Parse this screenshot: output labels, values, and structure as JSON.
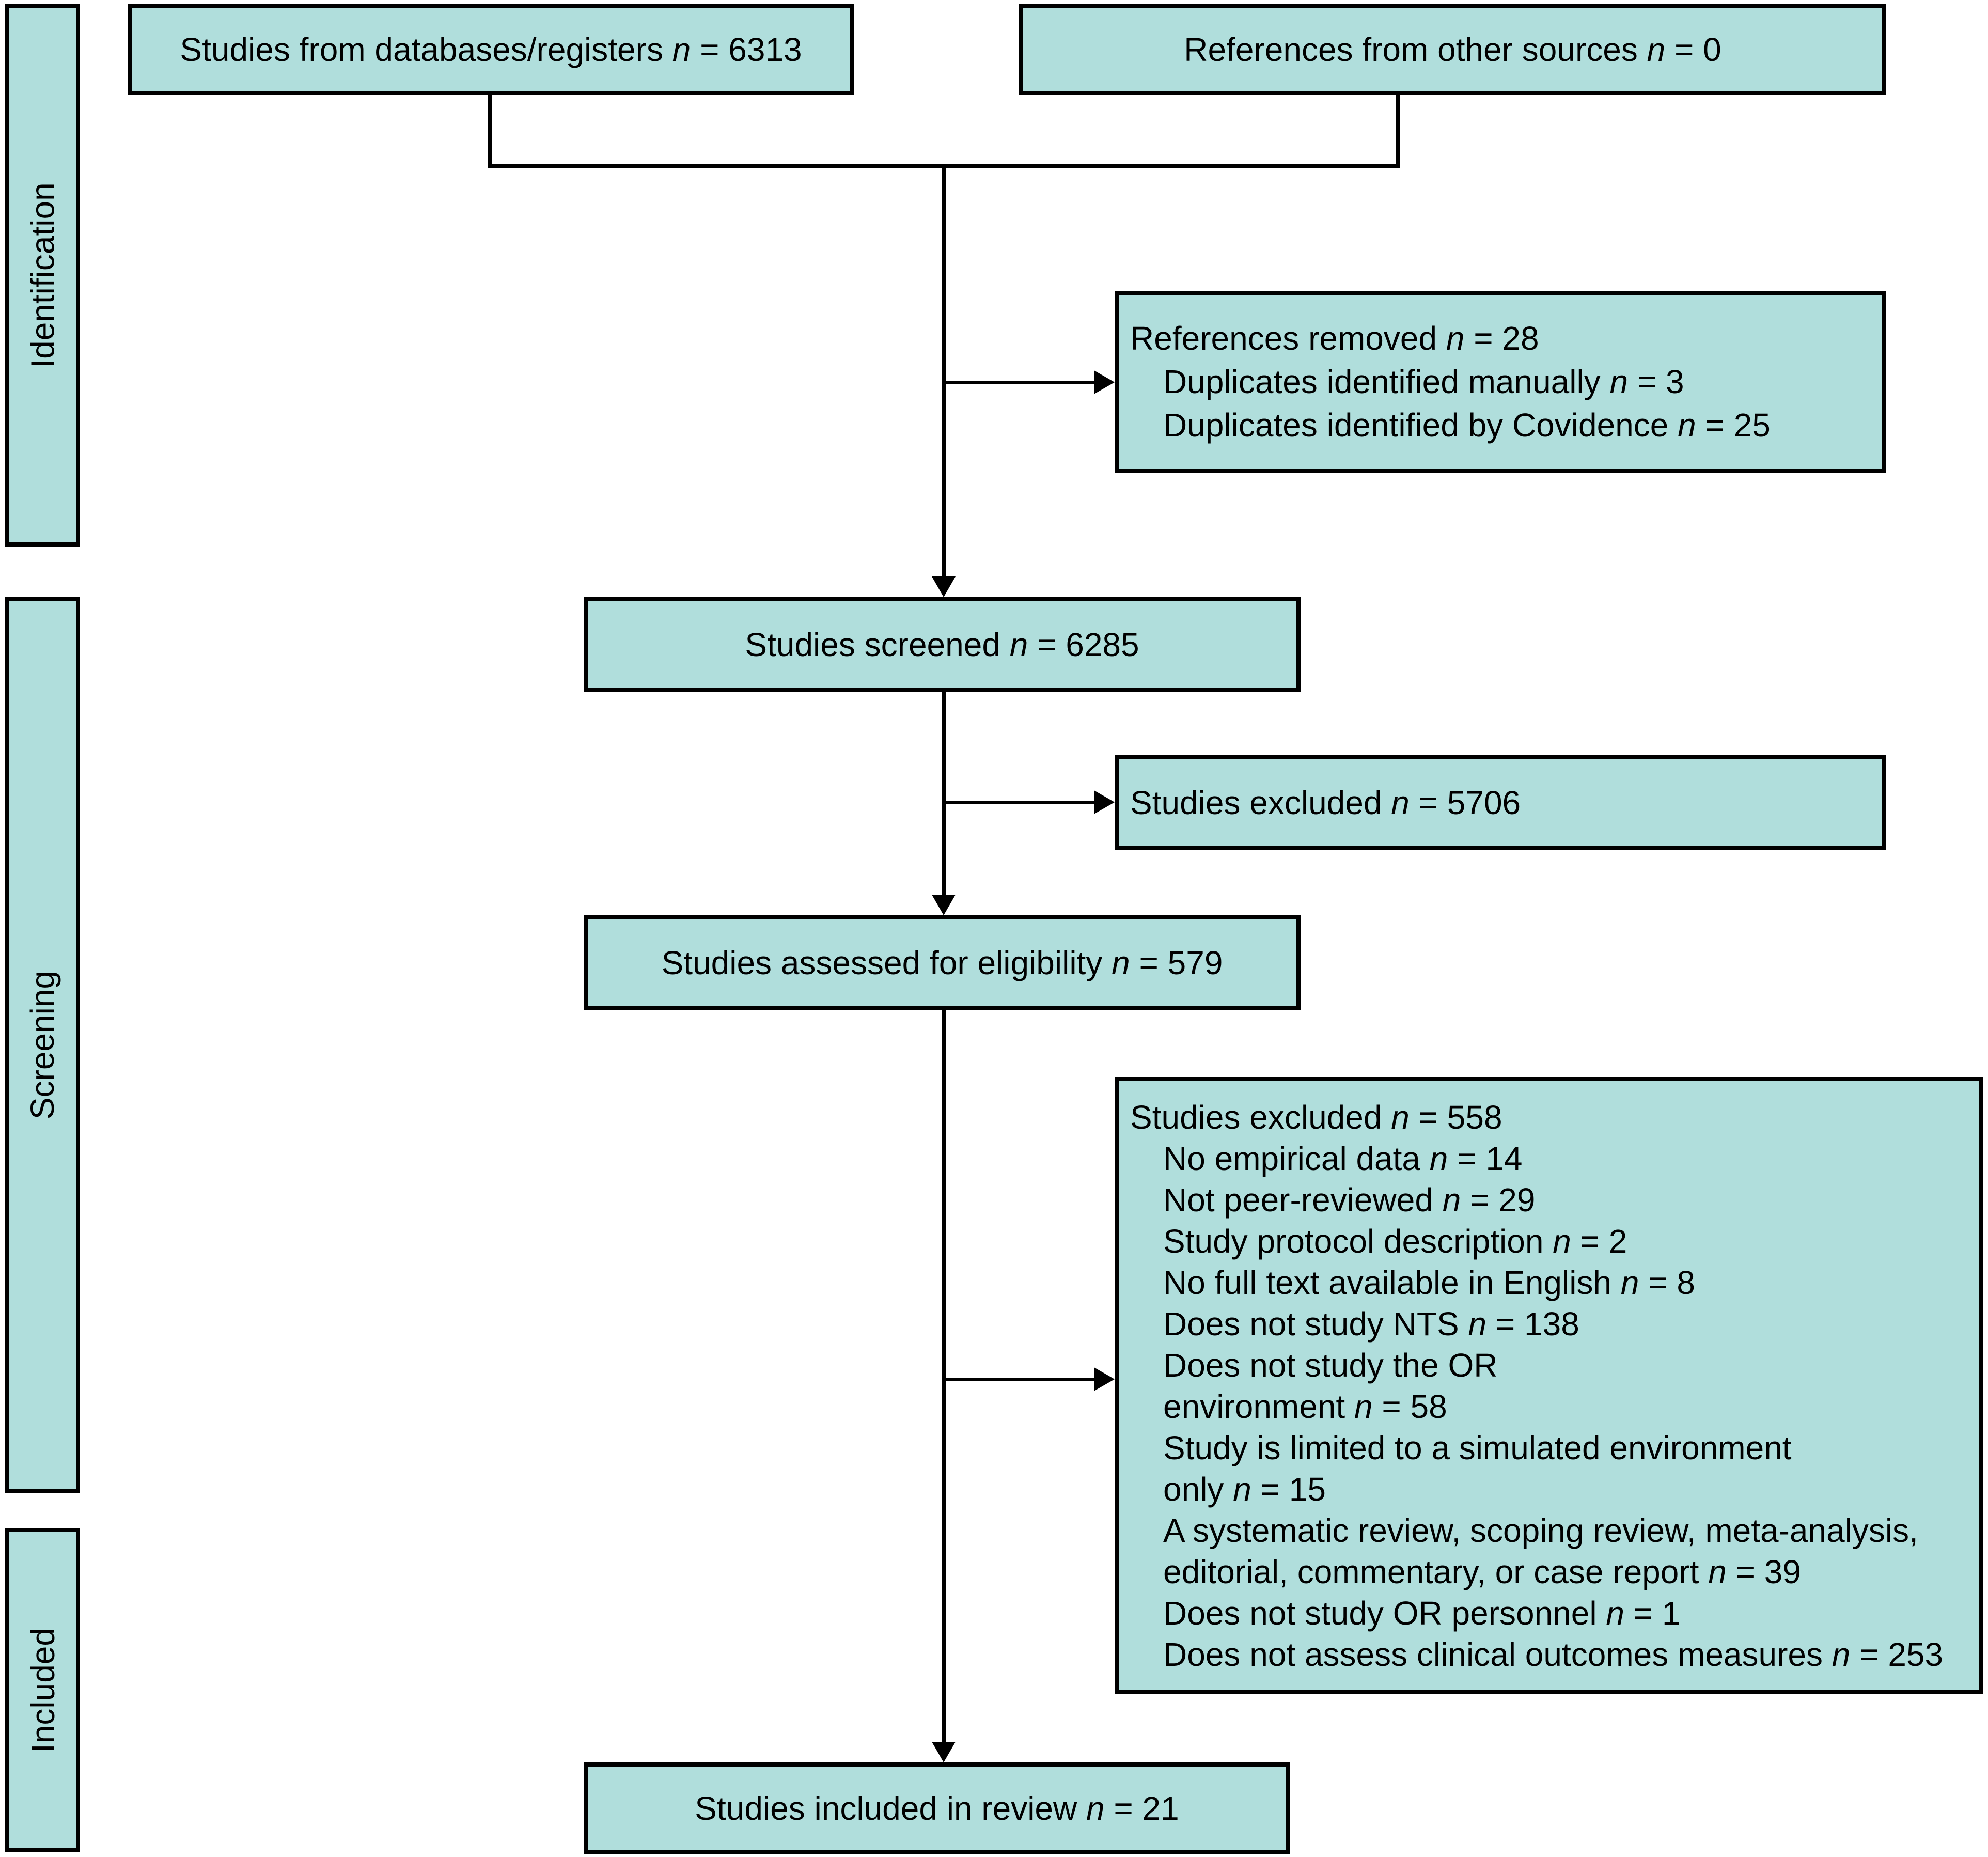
{
  "palette": {
    "box_fill": "#b0dedc",
    "line_color": "#000000",
    "background": "#ffffff",
    "text_color": "#000000"
  },
  "sidebar": {
    "bars": [
      {
        "id": "identification",
        "label": "Identification"
      },
      {
        "id": "screening",
        "label": "Screening"
      },
      {
        "id": "included",
        "label": "Included"
      }
    ]
  },
  "boxes": {
    "databases": {
      "lines": [
        {
          "ind": 0,
          "seg": [
            {
              "t": "Studies from databases/registers "
            },
            {
              "t": "n",
              "i": true
            },
            {
              "t": " = 6313"
            }
          ]
        }
      ]
    },
    "other_sources": {
      "lines": [
        {
          "ind": 0,
          "seg": [
            {
              "t": "References from other sources "
            },
            {
              "t": "n",
              "i": true
            },
            {
              "t": " = 0"
            }
          ]
        }
      ]
    },
    "references_removed": {
      "lines": [
        {
          "ind": 0,
          "seg": [
            {
              "t": "References removed "
            },
            {
              "t": "n",
              "i": true
            },
            {
              "t": " = 28"
            }
          ]
        },
        {
          "ind": 1,
          "seg": [
            {
              "t": "Duplicates identified manually "
            },
            {
              "t": "n",
              "i": true
            },
            {
              "t": " = 3"
            }
          ]
        },
        {
          "ind": 1,
          "seg": [
            {
              "t": "Duplicates identified by Covidence "
            },
            {
              "t": "n",
              "i": true
            },
            {
              "t": " = 25"
            }
          ]
        }
      ]
    },
    "screened": {
      "lines": [
        {
          "ind": 0,
          "seg": [
            {
              "t": "Studies screened "
            },
            {
              "t": "n",
              "i": true
            },
            {
              "t": " = 6285"
            }
          ]
        }
      ]
    },
    "excluded_screening": {
      "lines": [
        {
          "ind": 0,
          "seg": [
            {
              "t": "Studies excluded "
            },
            {
              "t": "n",
              "i": true
            },
            {
              "t": " = 5706"
            }
          ]
        }
      ]
    },
    "assessed": {
      "lines": [
        {
          "ind": 0,
          "seg": [
            {
              "t": "Studies assessed for eligibility "
            },
            {
              "t": "n",
              "i": true
            },
            {
              "t": " = 579"
            }
          ]
        }
      ]
    },
    "excluded_eligibility": {
      "lines": [
        {
          "ind": 0,
          "seg": [
            {
              "t": "Studies excluded "
            },
            {
              "t": "n",
              "i": true
            },
            {
              "t": " = 558"
            }
          ]
        },
        {
          "ind": 1,
          "seg": [
            {
              "t": "No empirical data "
            },
            {
              "t": "n",
              "i": true
            },
            {
              "t": " = 14"
            }
          ]
        },
        {
          "ind": 1,
          "seg": [
            {
              "t": "Not peer-reviewed "
            },
            {
              "t": "n",
              "i": true
            },
            {
              "t": " = 29"
            }
          ]
        },
        {
          "ind": 1,
          "seg": [
            {
              "t": "Study protocol description "
            },
            {
              "t": "n",
              "i": true
            },
            {
              "t": " = 2"
            }
          ]
        },
        {
          "ind": 1,
          "seg": [
            {
              "t": "No full text available in English "
            },
            {
              "t": "n",
              "i": true
            },
            {
              "t": " = 8"
            }
          ]
        },
        {
          "ind": 1,
          "seg": [
            {
              "t": "Does not study NTS "
            },
            {
              "t": "n",
              "i": true
            },
            {
              "t": " = 138"
            }
          ]
        },
        {
          "ind": 1,
          "seg": [
            {
              "t": "Does not study the OR"
            }
          ]
        },
        {
          "ind": 1,
          "seg": [
            {
              "t": "environment "
            },
            {
              "t": "n",
              "i": true
            },
            {
              "t": " = 58"
            }
          ]
        },
        {
          "ind": 1,
          "seg": [
            {
              "t": "Study is limited to a simulated environment"
            }
          ]
        },
        {
          "ind": 1,
          "seg": [
            {
              "t": "only "
            },
            {
              "t": "n",
              "i": true
            },
            {
              "t": " = 15"
            }
          ]
        },
        {
          "ind": 1,
          "seg": [
            {
              "t": "A systematic review, scoping review, meta-analysis,"
            }
          ]
        },
        {
          "ind": 1,
          "seg": [
            {
              "t": "editorial, commentary, or case report "
            },
            {
              "t": "n",
              "i": true
            },
            {
              "t": " = 39"
            }
          ]
        },
        {
          "ind": 1,
          "seg": [
            {
              "t": "Does not study OR personnel "
            },
            {
              "t": "n",
              "i": true
            },
            {
              "t": " = 1"
            }
          ]
        },
        {
          "ind": 1,
          "seg": [
            {
              "t": "Does not assess clinical outcomes measures "
            },
            {
              "t": "n",
              "i": true
            },
            {
              "t": " = 253"
            }
          ]
        }
      ]
    },
    "included_review": {
      "lines": [
        {
          "ind": 0,
          "seg": [
            {
              "t": "Studies included in review "
            },
            {
              "t": "n",
              "i": true
            },
            {
              "t": " = 21"
            }
          ]
        }
      ]
    }
  }
}
